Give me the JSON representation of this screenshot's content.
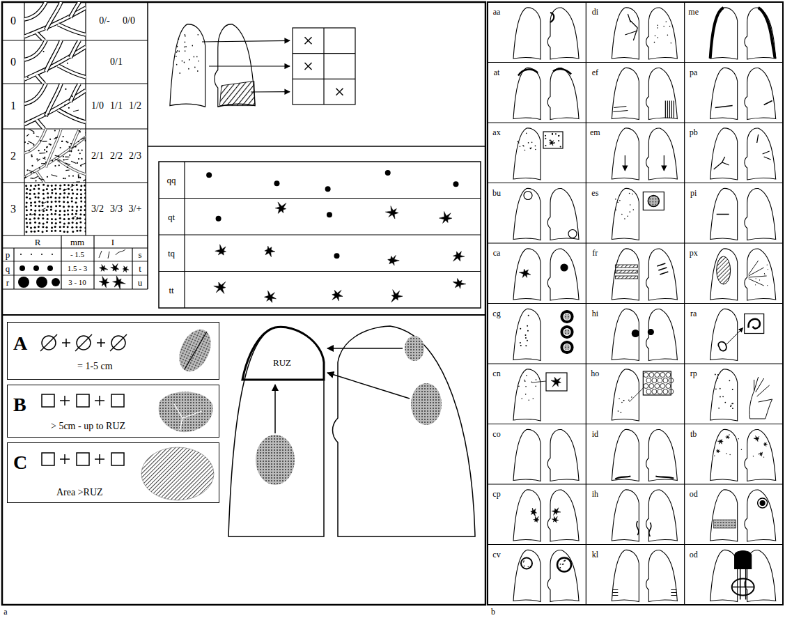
{
  "diagram": {
    "nodes": [
      {
        "text": [
          "A",
          "= 1-5 cm"
        ]
      },
      {
        "text": [
          "B",
          "> 5cm - up to RUZ"
        ]
      },
      {
        "text": [
          "C",
          "Area >RUZ"
        ]
      }
    ],
    "labels": [
      "0",
      "0/-",
      "0/0",
      "0",
      "0/1",
      "1",
      "1/0",
      "1/1",
      "1/2",
      "2",
      "2/1",
      "2/2",
      "2/3",
      "3",
      "3/2",
      "3/3",
      "3/+",
      "R",
      "mm",
      "I",
      "p",
      "- 1.5",
      "s",
      "q",
      "1.5 - 3",
      "t",
      "r",
      "3 - 10",
      "u",
      "qq",
      "qt",
      "tq",
      "tt",
      "RUZ",
      "a",
      "b",
      "aa",
      "at",
      "ax",
      "bu",
      "ca",
      "cg",
      "cn",
      "co",
      "cp",
      "cv",
      "di",
      "ef",
      "em",
      "es",
      "fr",
      "hi",
      "ho",
      "id",
      "ih",
      "kl",
      "me",
      "pa",
      "pb",
      "pi",
      "px",
      "ra",
      "rp",
      "tb",
      "od",
      "od"
    ]
  }
}
